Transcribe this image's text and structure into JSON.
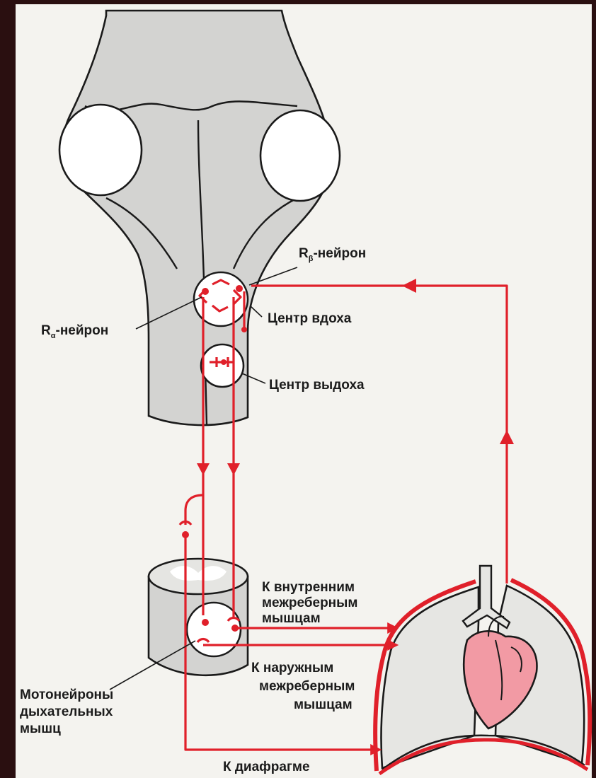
{
  "labels": {
    "r_beta_neuron_prefix": "R",
    "r_beta_neuron_sub": "β",
    "r_beta_neuron_suffix": "-нейрон",
    "r_alpha_neuron_prefix": "R",
    "r_alpha_neuron_sub": "α",
    "r_alpha_neuron_suffix": "-нейрон",
    "inspiration_center": "Центр вдоха",
    "expiration_center": "Центр выдоха",
    "internal_intercostal": [
      "К внутренним",
      "межреберным",
      "мышцам"
    ],
    "external_intercostal": [
      "К наружным",
      "межреберным",
      "мышцам"
    ],
    "motoneurons": [
      "Мотонейроны",
      "дыхательных",
      "мышц"
    ],
    "diaphragm": "К диафрагме"
  },
  "colors": {
    "pathway": "#e0202a",
    "heart": "#f29aa4",
    "tissue": "#d3d3d1",
    "outline": "#1a1a1a",
    "background": "#f4f3ef"
  }
}
